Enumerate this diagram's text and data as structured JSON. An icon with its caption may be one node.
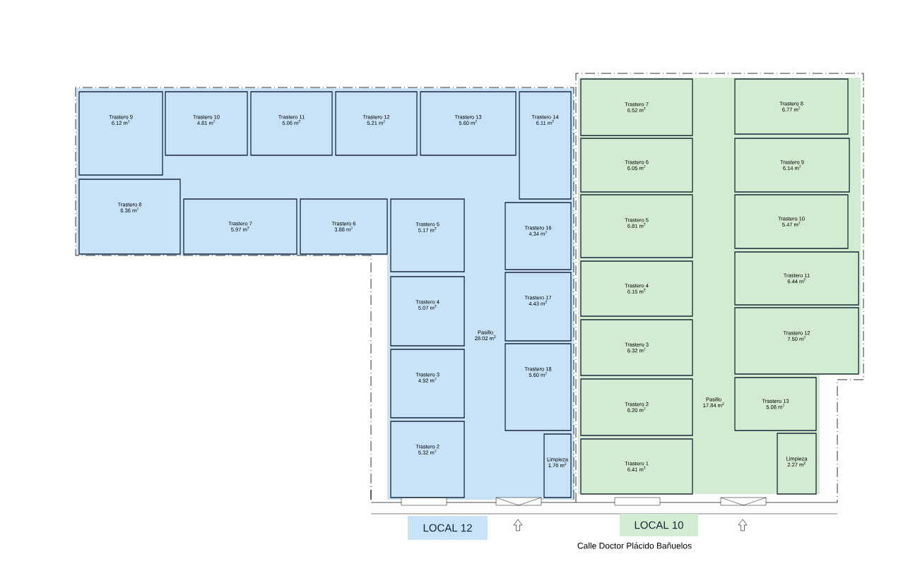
{
  "diagram": {
    "nodes": [
      {
        "text": [
          "Trastero 9",
          "6.12 m$^{2}$"
        ]
      },
      {
        "text": [
          "Trastero 10",
          "4.81 m$^{2}$"
        ]
      },
      {
        "text": [
          "Trastero 11",
          "5.06 m$^{2}$"
        ]
      },
      {
        "text": [
          "Trastero 12",
          "5.21 m$^{2}$"
        ]
      },
      {
        "text": [
          "Trastero 13",
          "5.60 m$^{2}$"
        ]
      },
      {
        "text": [
          "Trastero 14",
          "6.11 m$^{2}$"
        ]
      },
      {
        "text": [
          "Trastero 8",
          "6.36 m$^{2}$"
        ]
      },
      {
        "text": [
          "Trastero 7",
          "5.97 m$^{2}$"
        ]
      },
      {
        "text": [
          "Trastero 6",
          "3.88 m$^{2}$"
        ]
      },
      {
        "text": [
          "Trastero 5",
          "5.17 m$^{2}$"
        ]
      },
      {
        "text": [
          "Trastero 16",
          "4.34 m$^{2}$"
        ]
      },
      {
        "text": [
          "Trastero 4",
          "5.07 m$^{2}$"
        ]
      },
      {
        "text": [
          "Trastero 17",
          "4.43 m$^{2}$"
        ]
      },
      {
        "text": [
          "Pasillo",
          "28.02 m$^{2}$"
        ]
      },
      {
        "text": [
          "Trastero 3",
          "4.92 m$^{2}$"
        ]
      },
      {
        "text": [
          "Trastero 18",
          "5.60 m$^{2}$"
        ]
      },
      {
        "text": [
          "Trastero 2",
          "5.32 m$^{2}$"
        ]
      },
      {
        "text": [
          "Limpieza",
          "1.76 m$^{2}$"
        ]
      },
      {
        "text": [
          "Trastero 7",
          "6.52 m$^{2}$"
        ]
      },
      {
        "text": [
          "Trastero 8",
          "6.77 m$^{2}$"
        ]
      },
      {
        "text": [
          "Trastero 6",
          "6.05 m$^{2}$"
        ]
      },
      {
        "text": [
          "Trastero 9",
          "6.14 m$^{2}$"
        ]
      },
      {
        "text": [
          "Trastero 5",
          "6.81 m$^{2}$"
        ]
      },
      {
        "text": [
          "Trastero 10",
          "5.47 m$^{2}$"
        ]
      },
      {
        "text": [
          "Trastero 4",
          "6.15 m$^{2}$"
        ]
      },
      {
        "text": [
          "Trastero 11",
          "6.44 m$^{2}$"
        ]
      },
      {
        "text": [
          "Trastero 3",
          "6.32 m$^{2}$"
        ]
      },
      {
        "text": [
          "Trastero 12",
          "7.50 m$^{2}$"
        ]
      },
      {
        "text": [
          "Trastero 2",
          "6.20 m$^{2}$"
        ]
      },
      {
        "text": [
          "Pasillo",
          "17.84 m$^{2}$"
        ]
      },
      {
        "text": [
          "Trastero 13",
          "5.08 m$^{2}$"
        ]
      },
      {
        "text": [
          "Trastero 1",
          "6.41 m$^{2}$"
        ]
      },
      {
        "text": [
          "Limpieza",
          "2.27 m$^{2}$"
        ]
      },
      {
        "text": [
          "LOCAL 12"
        ]
      },
      {
        "text": [
          "LOCAL 10"
        ]
      }
    ],
    "labels": [
      "Calle Doctor Plácido Bañuelos"
    ]
  }
}
